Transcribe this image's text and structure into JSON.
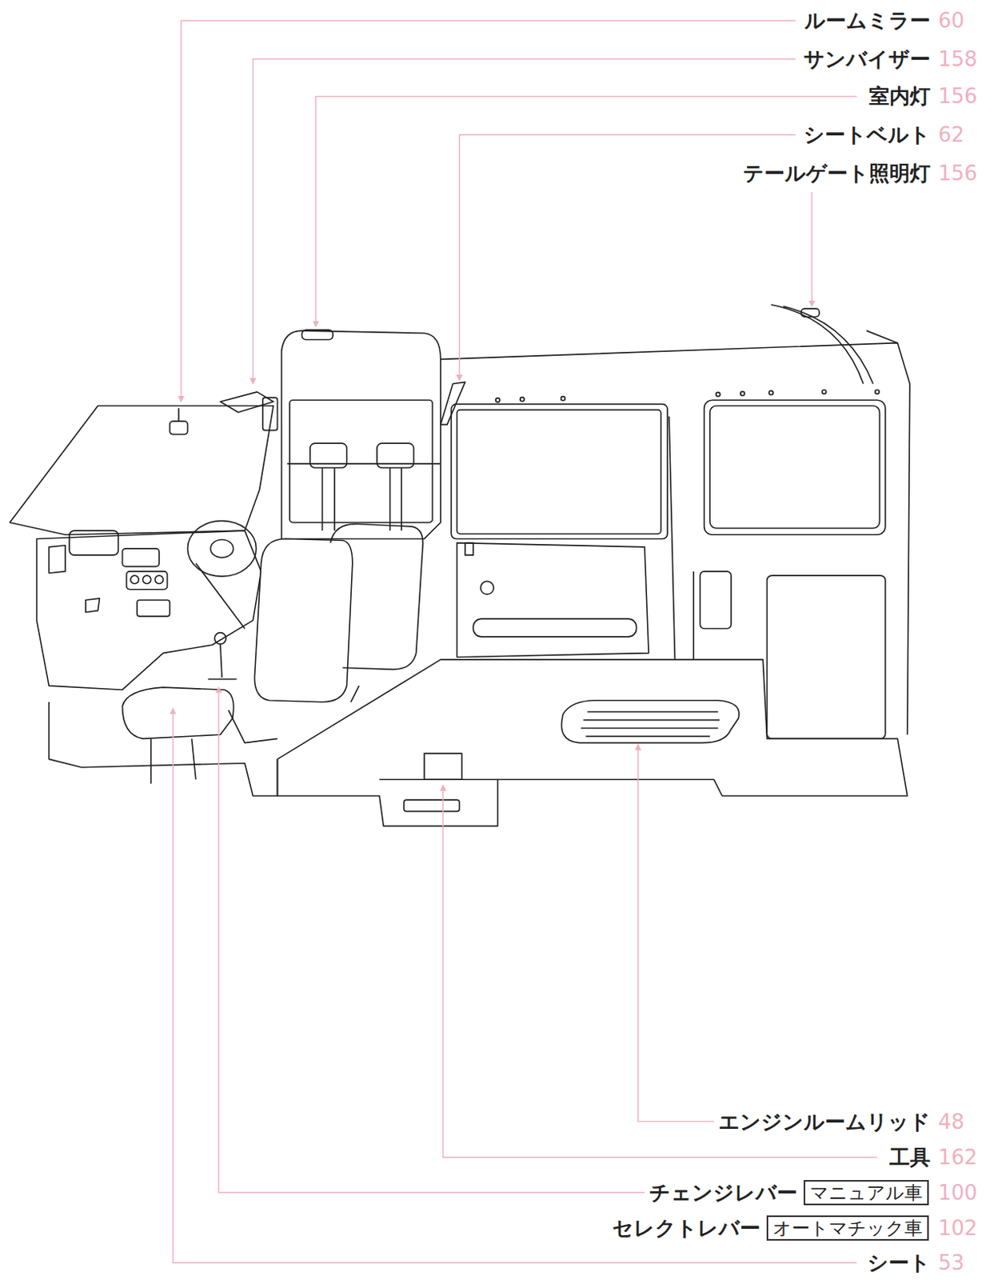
{
  "diagram": {
    "nodes": [
      {
        "text": [
          "マニュアル車"
        ]
      },
      {
        "text": [
          "オートマチック車"
        ]
      }
    ],
    "labels": [
      "ルームミラー",
      "60",
      "サンバイザー",
      "158",
      "室内灯",
      "156",
      "シートベルト",
      "62",
      "テールゲート照明灯",
      "156",
      "エンジンルームリッド",
      "48",
      "工具",
      "162",
      "チェンジレバー",
      "100",
      "セレクトレバー",
      "102",
      "シート",
      "53"
    ]
  }
}
